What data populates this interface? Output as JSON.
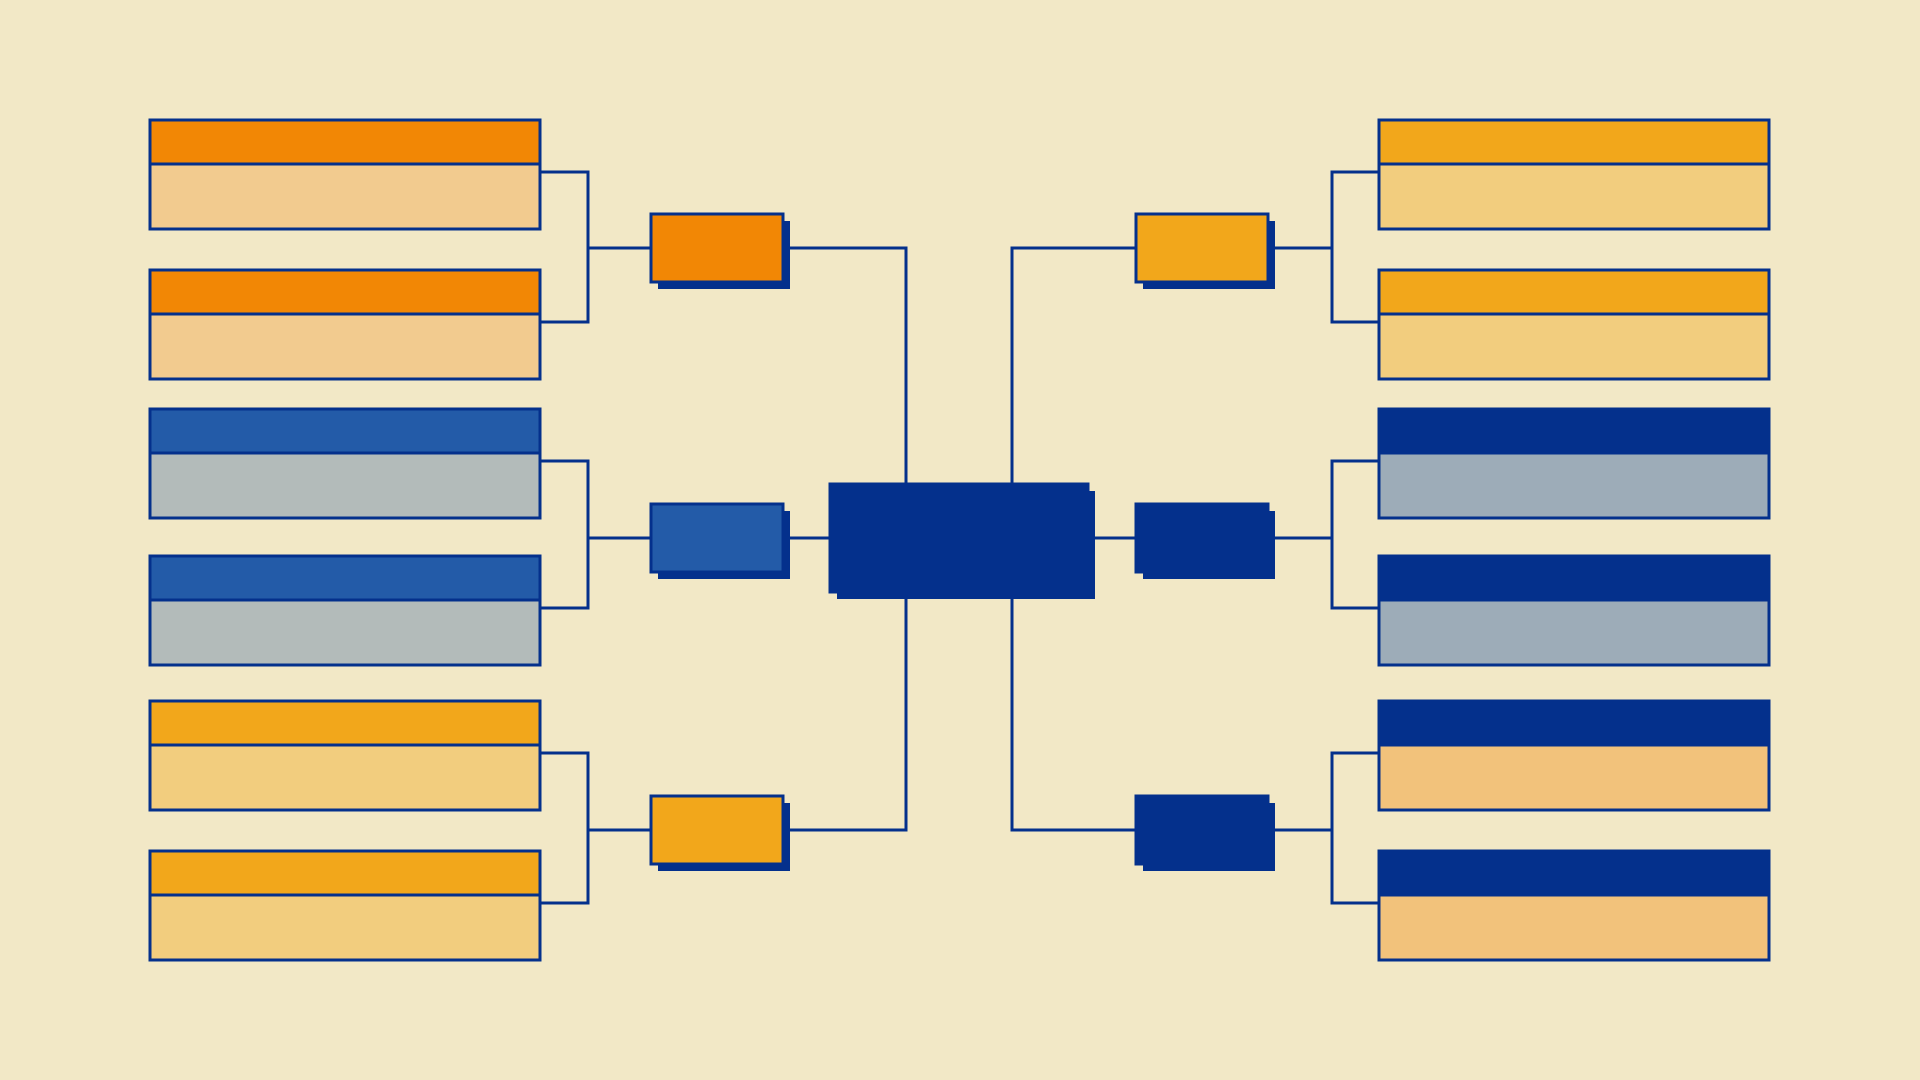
{
  "colors": {
    "background": "#F2E8C6",
    "line": "#04308C",
    "navy": "#04308C",
    "shadow": "#04308C",
    "orange_header": "#F28705",
    "orange_body": "#F2CB8F",
    "blue_header": "#235BA8",
    "gray_body": "#B3BBBA",
    "amber_header": "#F2A71B",
    "amber_body": "#F2CD7E",
    "slate_body": "#9DACB8",
    "peach_body": "#F2C27B"
  },
  "left_entries": [
    {
      "id": "L1",
      "header": "orange_header",
      "body": "orange_body"
    },
    {
      "id": "L2",
      "header": "orange_header",
      "body": "orange_body"
    },
    {
      "id": "L3",
      "header": "blue_header",
      "body": "gray_body"
    },
    {
      "id": "L4",
      "header": "blue_header",
      "body": "gray_body"
    },
    {
      "id": "L5",
      "header": "amber_header",
      "body": "amber_body"
    },
    {
      "id": "L6",
      "header": "amber_header",
      "body": "amber_body"
    }
  ],
  "right_entries": [
    {
      "id": "R1",
      "header": "amber_header",
      "body": "amber_body"
    },
    {
      "id": "R2",
      "header": "amber_header",
      "body": "amber_body"
    },
    {
      "id": "R3",
      "header": "navy",
      "body": "slate_body"
    },
    {
      "id": "R4",
      "header": "navy",
      "body": "slate_body"
    },
    {
      "id": "R5",
      "header": "navy",
      "body": "peach_body"
    },
    {
      "id": "R6",
      "header": "navy",
      "body": "peach_body"
    }
  ],
  "left_semis": [
    {
      "id": "LS1",
      "fill": "orange_header"
    },
    {
      "id": "LS2",
      "fill": "blue_header"
    },
    {
      "id": "LS3",
      "fill": "amber_header"
    }
  ],
  "right_semis": [
    {
      "id": "RS1",
      "fill": "amber_header"
    },
    {
      "id": "RS2",
      "fill": "navy"
    },
    {
      "id": "RS3",
      "fill": "navy"
    }
  ],
  "final": {
    "id": "F",
    "fill": "navy"
  }
}
